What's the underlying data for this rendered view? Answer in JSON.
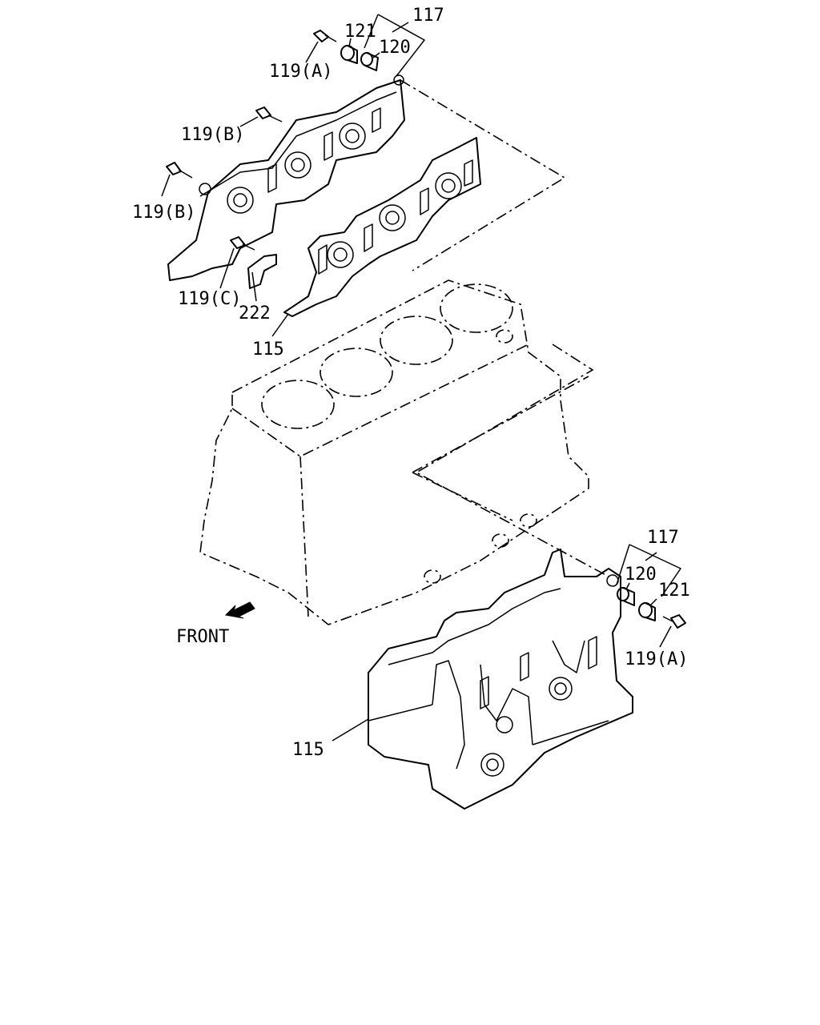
{
  "labels": {
    "top_117": "117",
    "top_121": "121",
    "top_120": "120",
    "top_119a": "119(A)",
    "top_119b_1": "119(B)",
    "top_119b_2": "119(B)",
    "top_119c": "119(C)",
    "top_222": "222",
    "top_115": "115",
    "front": "FRONT",
    "bot_117": "117",
    "bot_120": "120",
    "bot_121": "121",
    "bot_119a": "119(A)",
    "bot_115": "115"
  }
}
